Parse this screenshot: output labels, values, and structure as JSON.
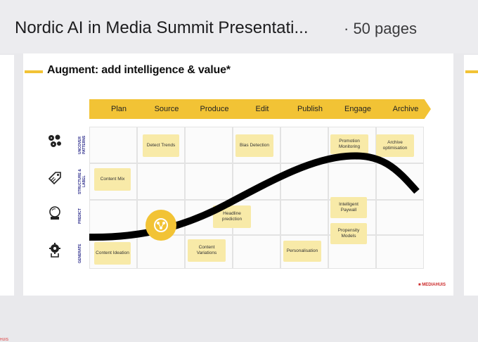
{
  "header": {
    "title": "Nordic AI in Media Summit Presentati...",
    "pages": "· 50 pages"
  },
  "slide": {
    "title": "Augment: add intelligence & value*",
    "stages": [
      "Plan",
      "Source",
      "Produce",
      "Edit",
      "Publish",
      "Engage",
      "Archive"
    ],
    "rows": [
      {
        "label": "UNCOVER PATTERNS",
        "icon": "cookie-icon"
      },
      {
        "label": "STRUCTURE & LABEL",
        "icon": "tag-icon"
      },
      {
        "label": "PREDICT",
        "icon": "crystal-ball-icon"
      },
      {
        "label": "GENERATE",
        "icon": "gear-head-icon"
      }
    ],
    "cards": {
      "detect_trends": "Detect Trends",
      "bias_detection": "Bias Detection",
      "promotion_monitoring": "Promotion Monitoring",
      "archive_optimisation": "Archive optimisation",
      "content_mix": "Content Mix",
      "headline_prediction": "Headline prediction",
      "intelligent_paywall": "Intelligent Paywall",
      "propensity_models": "Propensity Models",
      "content_ideation": "Content Ideation",
      "content_variations": "Content Variations",
      "personalisation": "Personalisation"
    },
    "logo": "MEDIAHUIS",
    "accent_color": "#f2c335"
  },
  "prev_slide_logo": "HUIS"
}
